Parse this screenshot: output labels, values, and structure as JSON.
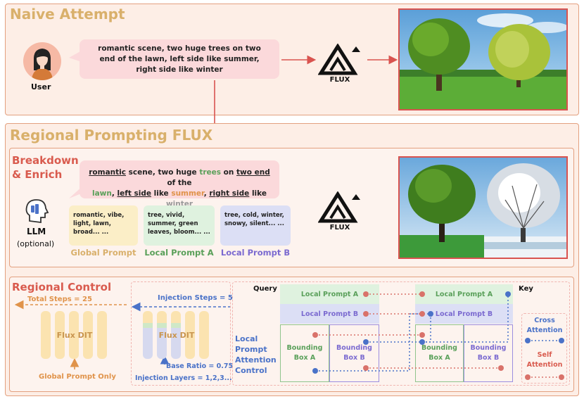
{
  "naive": {
    "title": "Naive Attempt",
    "user_label": "User",
    "prompt": "romantic scene, two huge trees on two end of the lawn, left side like summer, right side like winter",
    "flux_label": "FLUX"
  },
  "regional": {
    "title": "Regional Prompting FLUX",
    "breakdown_title": "Breakdown & Enrich",
    "enriched_prompt": {
      "p1": "romantic",
      "p2": " scene, two huge ",
      "p3": "trees",
      "p4": " on ",
      "p5": "two end",
      "p6": " of the",
      "p7": "lawn",
      "p8": ", ",
      "p9": "left side",
      "p10": " like ",
      "p11": "summer",
      "p12": ", ",
      "p13": "right side",
      "p14": " like ",
      "p15": "winter"
    },
    "llm_label": "LLM",
    "llm_sub": "(optional)",
    "global_prompt_text": "romantic, vibe, light, lawn, broad... ...",
    "global_prompt_label": "Global Prompt",
    "local_a_text": "tree, vivid, summer, green leaves, bloom... ...",
    "local_a_label": "Local Prompt A",
    "local_b_text": "tree, cold, winter, snowy, silent... ...",
    "local_b_label": "Local Prompt B",
    "flux_label": "FLUX"
  },
  "control": {
    "title": "Regional Control",
    "total_steps": "Total Steps = 25",
    "flux_dit": "Flux DIT",
    "global_only": "Global Prompt Only",
    "injection_steps": "Injection Steps = 5",
    "flux_dit_2": "Flux DIT",
    "base_ratio": "Base Ratio = 0.75",
    "injection_layers": "Injection Layers = 1,2,3...",
    "lpac_label": "Local Prompt Attention Control",
    "query_label": "Query",
    "key_label": "Key",
    "q_local_a": "Local Prompt A",
    "q_local_b": "Local Prompt B",
    "q_bbox_a": "Bounding Box A",
    "q_bbox_b": "Bounding Box B",
    "k_local_a": "Local Prompt A",
    "k_local_b": "Local Prompt B",
    "k_bbox_a": "Bounding Box A",
    "k_bbox_b": "Bounding Box B",
    "cross_attention": "Cross Attention",
    "self_attention": "Self Attention"
  },
  "colors": {
    "title_gold": "#d9b06b",
    "section_red": "#d95b4e",
    "global_yellow": "#fbeec7",
    "local_a_green": "#dff2df",
    "local_b_purple": "#dcdff5",
    "green_text": "#5aa05a",
    "purple_text": "#7b6ad0",
    "blue_text": "#4a72c8",
    "orange_text": "#e0934a"
  }
}
